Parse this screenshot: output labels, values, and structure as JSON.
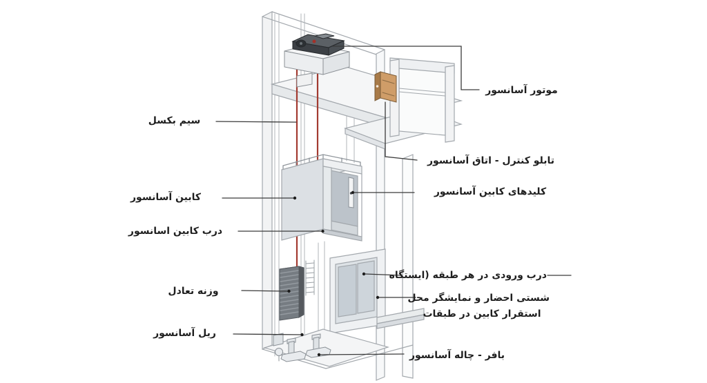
{
  "colors": {
    "background": "#ffffff",
    "outline_gray": "#a3a8ad",
    "leader_line": "#3a3a3a",
    "label_text": "#1f1f1f",
    "rope_red": "#a23a30",
    "control_panel_tan": "#cf9d68",
    "motor_dark": "#3c4045",
    "counterweight_gray": "#767c82"
  },
  "labels": {
    "wire_rope": "سیم بکسل",
    "cabin": "کابین آسانسور",
    "cabin_door": "درب کابین اسانسور",
    "counterweight": "وزنه تعادل",
    "guide_rail": "ریل آسانسور",
    "motor": "موتور آسانسور",
    "control_panel": "تابلو کنترل - اتاق آسانسور",
    "cabin_buttons": "کلیدهای کابین آسانسور",
    "landing_door": "درب ورودی در هر طبقه (ایستگاه",
    "call_panel_line1": "شستی احضار و نمایشگر محل",
    "call_panel_line2": "استقرار کابین در طبقات",
    "buffer_pit": "بافر - چاله آسانسور"
  }
}
